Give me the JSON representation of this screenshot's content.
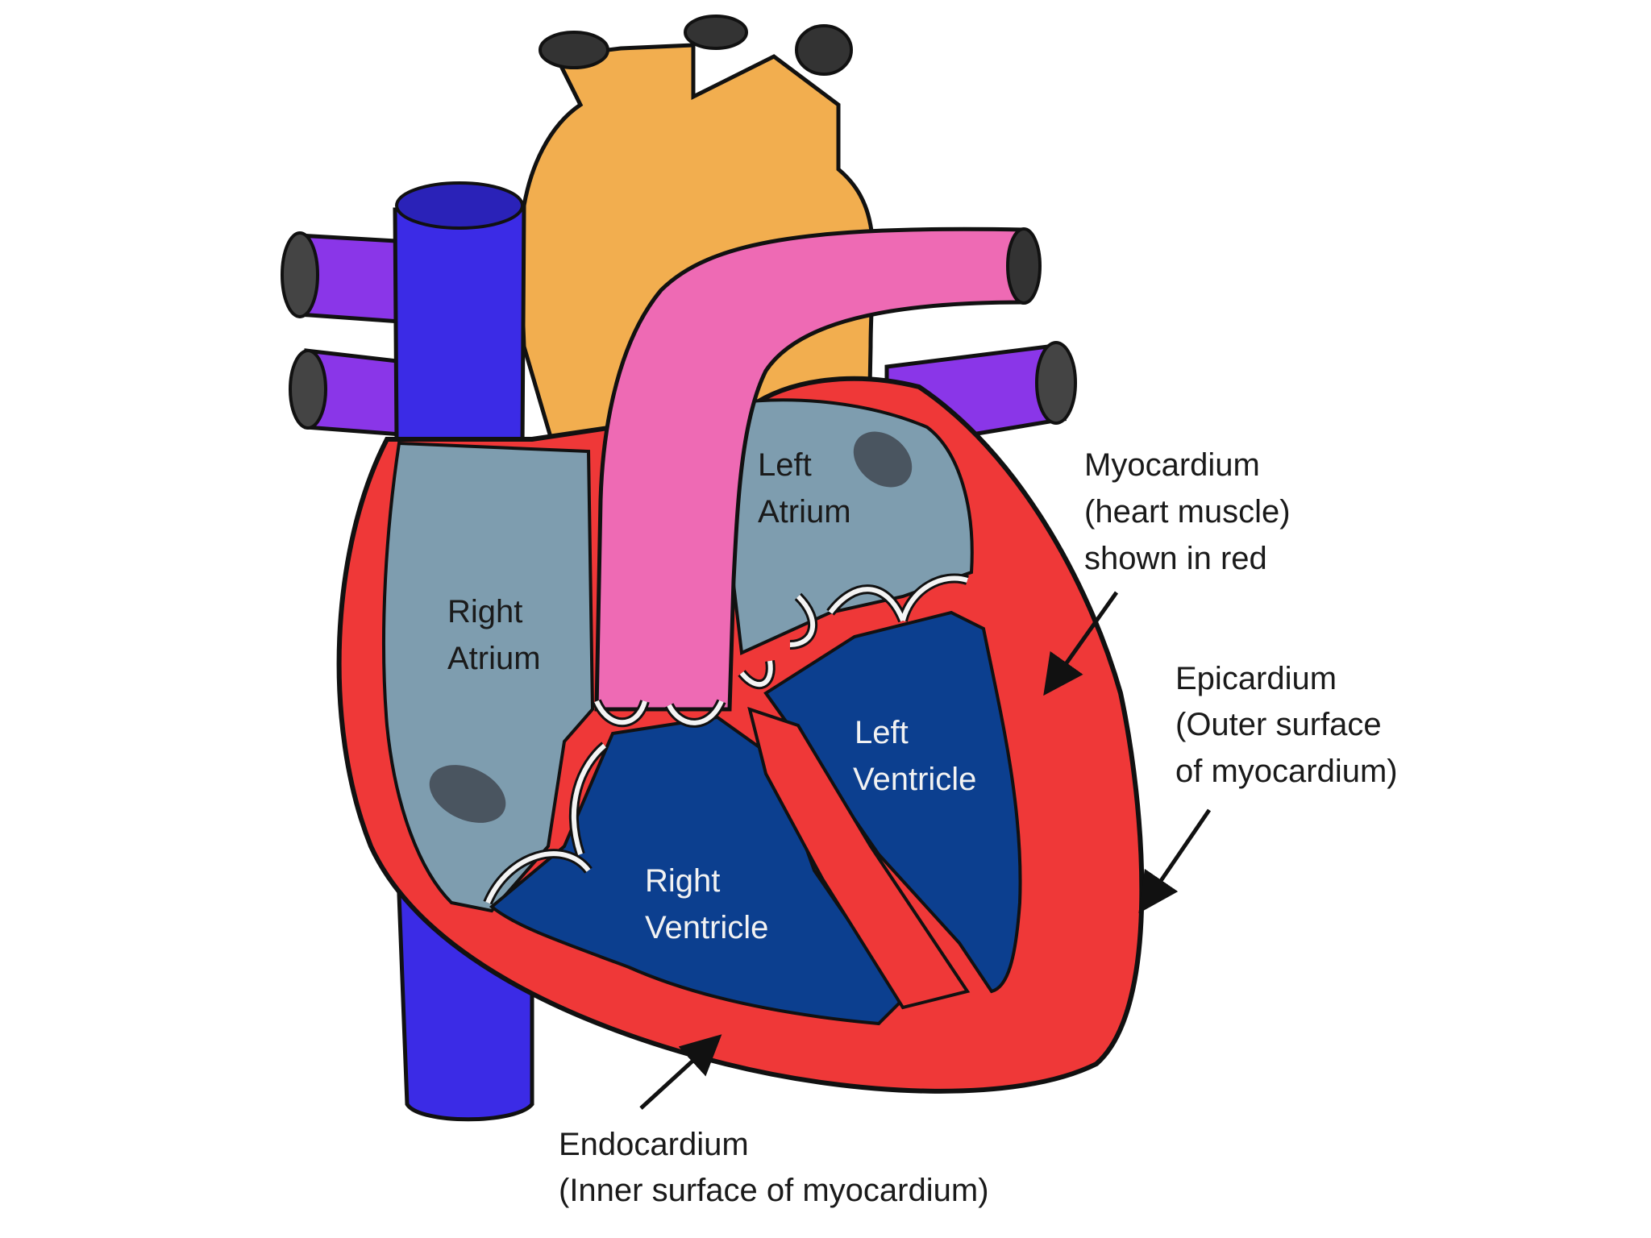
{
  "colors": {
    "aorta": "#F2AE4F",
    "vena_cava": "#3B2BE6",
    "pulmonary_vein": "#8A36E8",
    "pulmonary_artery": "#EE6AB4",
    "myocardium": "#EF3838",
    "atrium": "#7E9DAF",
    "ventricle": "#0C3F8F",
    "valve": "#f4f4f4",
    "outline": "#111111"
  },
  "labels": {
    "left_atrium": [
      "Left",
      "Atrium"
    ],
    "right_atrium": [
      "Right",
      "Atrium"
    ],
    "left_ventricle": [
      "Left",
      "Ventricle"
    ],
    "right_ventricle": [
      "Right",
      "Ventricle"
    ]
  },
  "annotations": {
    "myocardium": [
      "Myocardium",
      "(heart muscle)",
      "shown in red"
    ],
    "epicardium": [
      "Epicardium",
      "(Outer surface",
      "of myocardium)"
    ],
    "endocardium": [
      "Endocardium",
      "(Inner surface of myocardium)"
    ]
  }
}
